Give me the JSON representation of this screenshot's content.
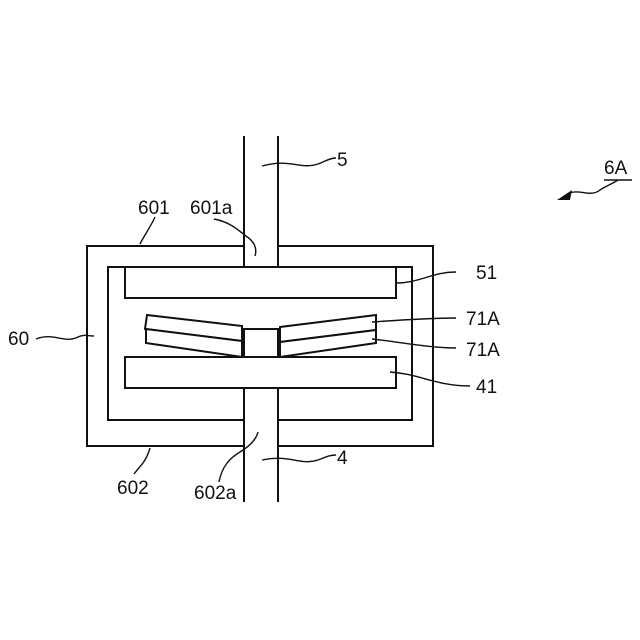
{
  "labels": {
    "fig_ref": "6A",
    "shaft_top": "5",
    "shaft_bottom": "4",
    "housing": "60",
    "housing_upper": "601",
    "upper_opening": "601a",
    "housing_lower": "602",
    "lower_opening": "602a",
    "upper_plate": "51",
    "spring_upper": "71A",
    "spring_lower": "71A",
    "lower_plate": "41"
  }
}
